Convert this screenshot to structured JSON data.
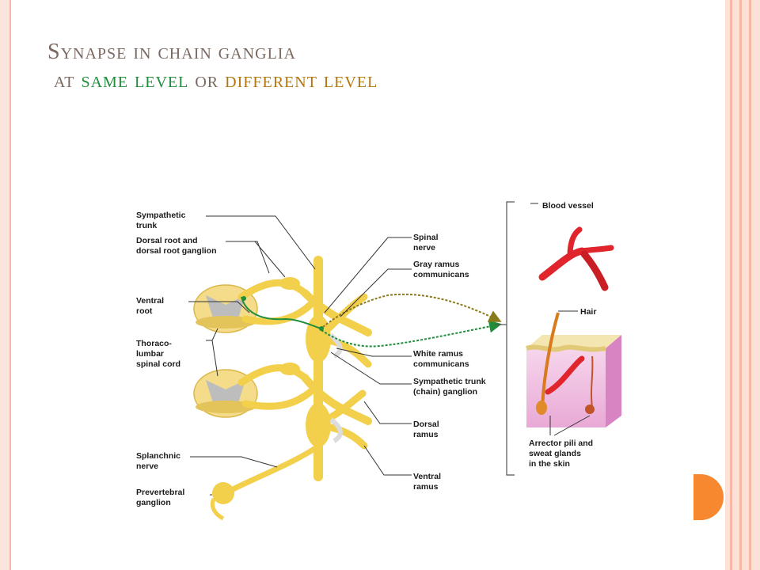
{
  "title": {
    "line1": "Synapse in chain ganglia",
    "line2_prefix": "at ",
    "line2_green": "same level",
    "line2_mid": " or ",
    "line2_gold": "different level"
  },
  "labels": {
    "sympathetic_trunk_1": "Sympathetic",
    "sympathetic_trunk_2": "trunk",
    "dorsal_root_1": "Dorsal root and",
    "dorsal_root_2": "dorsal root ganglion",
    "ventral_root_1": "Ventral",
    "ventral_root_2": "root",
    "thoraco_1": "Thoraco-",
    "thoraco_2": "lumbar",
    "thoraco_3": "spinal cord",
    "splanchnic_1": "Splanchnic",
    "splanchnic_2": "nerve",
    "prevertebral_1": "Prevertebral",
    "prevertebral_2": "ganglion",
    "spinal_nerve_1": "Spinal",
    "spinal_nerve_2": "nerve",
    "gray_ramus_1": "Gray ramus",
    "gray_ramus_2": "communicans",
    "white_ramus_1": "White ramus",
    "white_ramus_2": "communicans",
    "trunk_ganglion_1": "Sympathetic trunk",
    "trunk_ganglion_2": "(chain) ganglion",
    "dorsal_ramus_1": "Dorsal",
    "dorsal_ramus_2": "ramus",
    "ventral_ramus_1": "Ventral",
    "ventral_ramus_2": "ramus",
    "blood_vessel": "Blood vessel",
    "hair": "Hair",
    "arrector_1": "Arrector pili and",
    "arrector_2": "sweat glands",
    "arrector_3": "in the skin"
  },
  "colors": {
    "nerve": "#f2d04c",
    "preganglionic": "#1f8d3a",
    "postganglionic": "#8a7a1c",
    "vessel": "#e0252c",
    "accent": "#f7882f"
  }
}
